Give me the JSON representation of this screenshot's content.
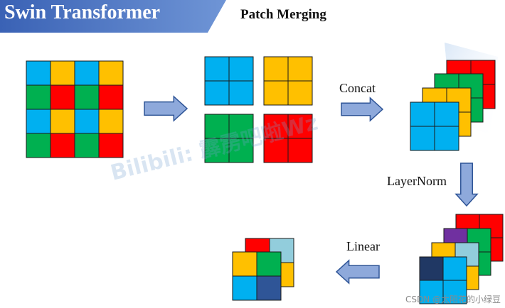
{
  "title": "Swin Transformer",
  "subtitle": "Patch Merging",
  "operations": {
    "concat": "Concat",
    "layernorm": "LayerNorm",
    "linear": "Linear"
  },
  "watermark": "Bilibili: 霹雳吧啦Wz",
  "credit": "CSDN @太阳花的小绿豆",
  "colors": {
    "blue": "#00b0f0",
    "yellow": "#ffc000",
    "green": "#00b050",
    "red": "#ff0000",
    "banner": "#4472c4",
    "arrow_fill": "#8ea9db",
    "arrow_stroke": "#2f5597",
    "purple": "#7030a0",
    "light_blue": "#92cddc",
    "navy": "#203864",
    "steel_blue": "#2f5597"
  },
  "input_grid": [
    [
      "blue",
      "yellow",
      "blue",
      "yellow"
    ],
    [
      "green",
      "red",
      "green",
      "red"
    ],
    [
      "blue",
      "yellow",
      "blue",
      "yellow"
    ],
    [
      "green",
      "red",
      "green",
      "red"
    ]
  ],
  "split_patches": [
    "blue",
    "yellow",
    "green",
    "red"
  ],
  "stack_order_back_to_front": [
    "red",
    "green",
    "yellow",
    "blue"
  ],
  "normalized_stack": [
    [
      "red",
      "red",
      "red",
      "red"
    ],
    [
      "purple",
      "green",
      "green",
      "green"
    ],
    [
      "yellow",
      "light_blue",
      "yellow",
      "yellow"
    ],
    [
      "navy",
      "blue",
      "blue",
      "blue"
    ]
  ],
  "output_front": [
    "yellow",
    "green",
    "blue",
    "steel_blue"
  ],
  "output_back": [
    "red",
    "light_blue",
    "red",
    "yellow"
  ]
}
